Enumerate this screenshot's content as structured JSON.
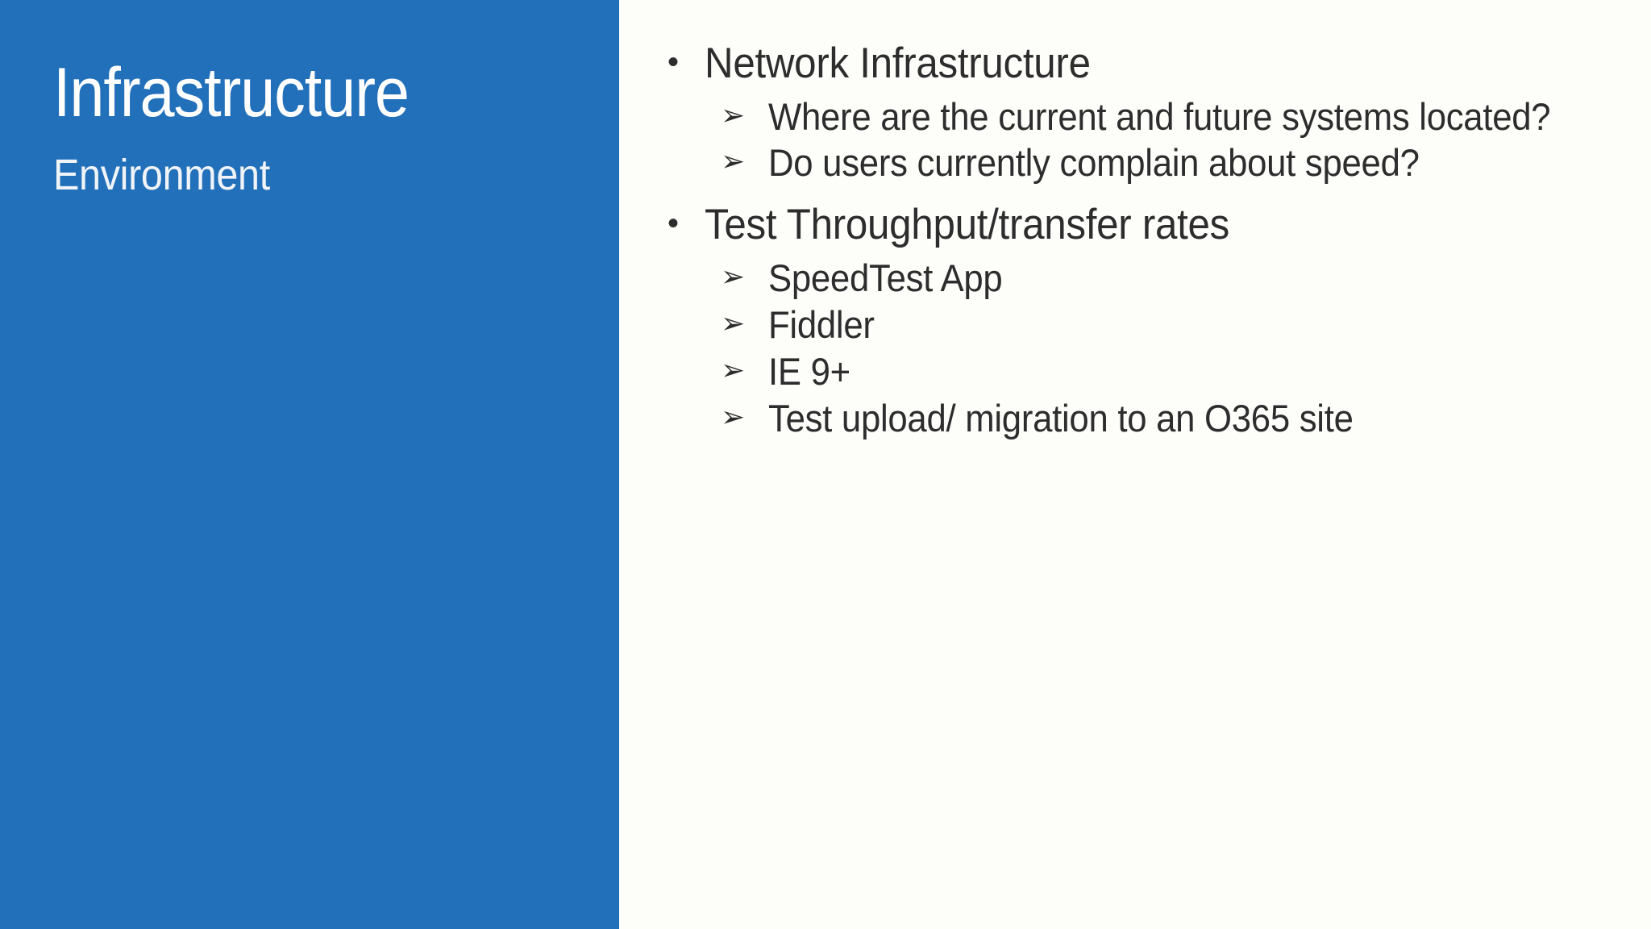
{
  "slide": {
    "title": "Infrastructure",
    "subtitle": "Environment",
    "accent_color": "#2270BA",
    "background_color": "#FDFDFA",
    "text_color": "#2D2D2D",
    "title_text_color": "#FFFFFF"
  },
  "markers": {
    "level1_bullet": "•",
    "level2_bullet": "➢"
  },
  "content": {
    "bullets": [
      {
        "level": 1,
        "text": "Network Infrastructure",
        "marker_name": "bullet-dot-icon"
      },
      {
        "level": 2,
        "text": "Where are the current and future systems located?",
        "marker_name": "arrow-bullet-icon"
      },
      {
        "level": 2,
        "text": "Do users currently complain about speed?",
        "marker_name": "arrow-bullet-icon"
      },
      {
        "level": 1,
        "text": "Test Throughput/transfer rates",
        "marker_name": "bullet-dot-icon"
      },
      {
        "level": 2,
        "text": "SpeedTest App",
        "marker_name": "arrow-bullet-icon"
      },
      {
        "level": 2,
        "text": "Fiddler",
        "marker_name": "arrow-bullet-icon"
      },
      {
        "level": 2,
        "text": "IE 9+",
        "marker_name": "arrow-bullet-icon"
      },
      {
        "level": 2,
        "text": "Test upload/ migration to an O365 site",
        "marker_name": "arrow-bullet-icon"
      }
    ]
  }
}
